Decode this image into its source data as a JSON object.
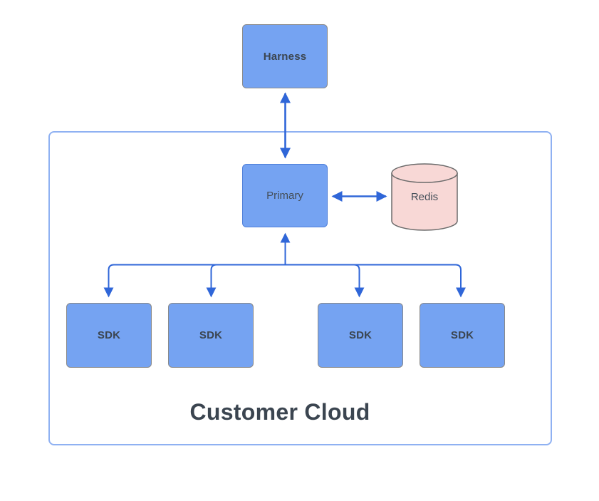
{
  "diagram": {
    "title": "Customer Cloud",
    "nodes": {
      "harness": "Harness",
      "primary": "Primary",
      "redis": "Redis",
      "sdks": [
        "SDK",
        "SDK",
        "SDK",
        "SDK"
      ]
    },
    "connections": [
      {
        "from": "Harness",
        "to": "Primary",
        "direction": "bidirectional"
      },
      {
        "from": "Primary",
        "to": "Redis",
        "direction": "bidirectional"
      },
      {
        "from": "Primary",
        "to": "SDK x4",
        "direction": "fan-out with arrow back to Primary"
      }
    ],
    "colors": {
      "node_fill": "#75a3f2",
      "node_border_gray": "#898989",
      "primary_node_border": "#4f7fd9",
      "redis_fill": "#f8d8d6",
      "redis_border": "#6b6b6b",
      "arrow_blue": "#2f66d8",
      "container_border": "#8fb1f2",
      "label_text": "#3b4550"
    }
  }
}
